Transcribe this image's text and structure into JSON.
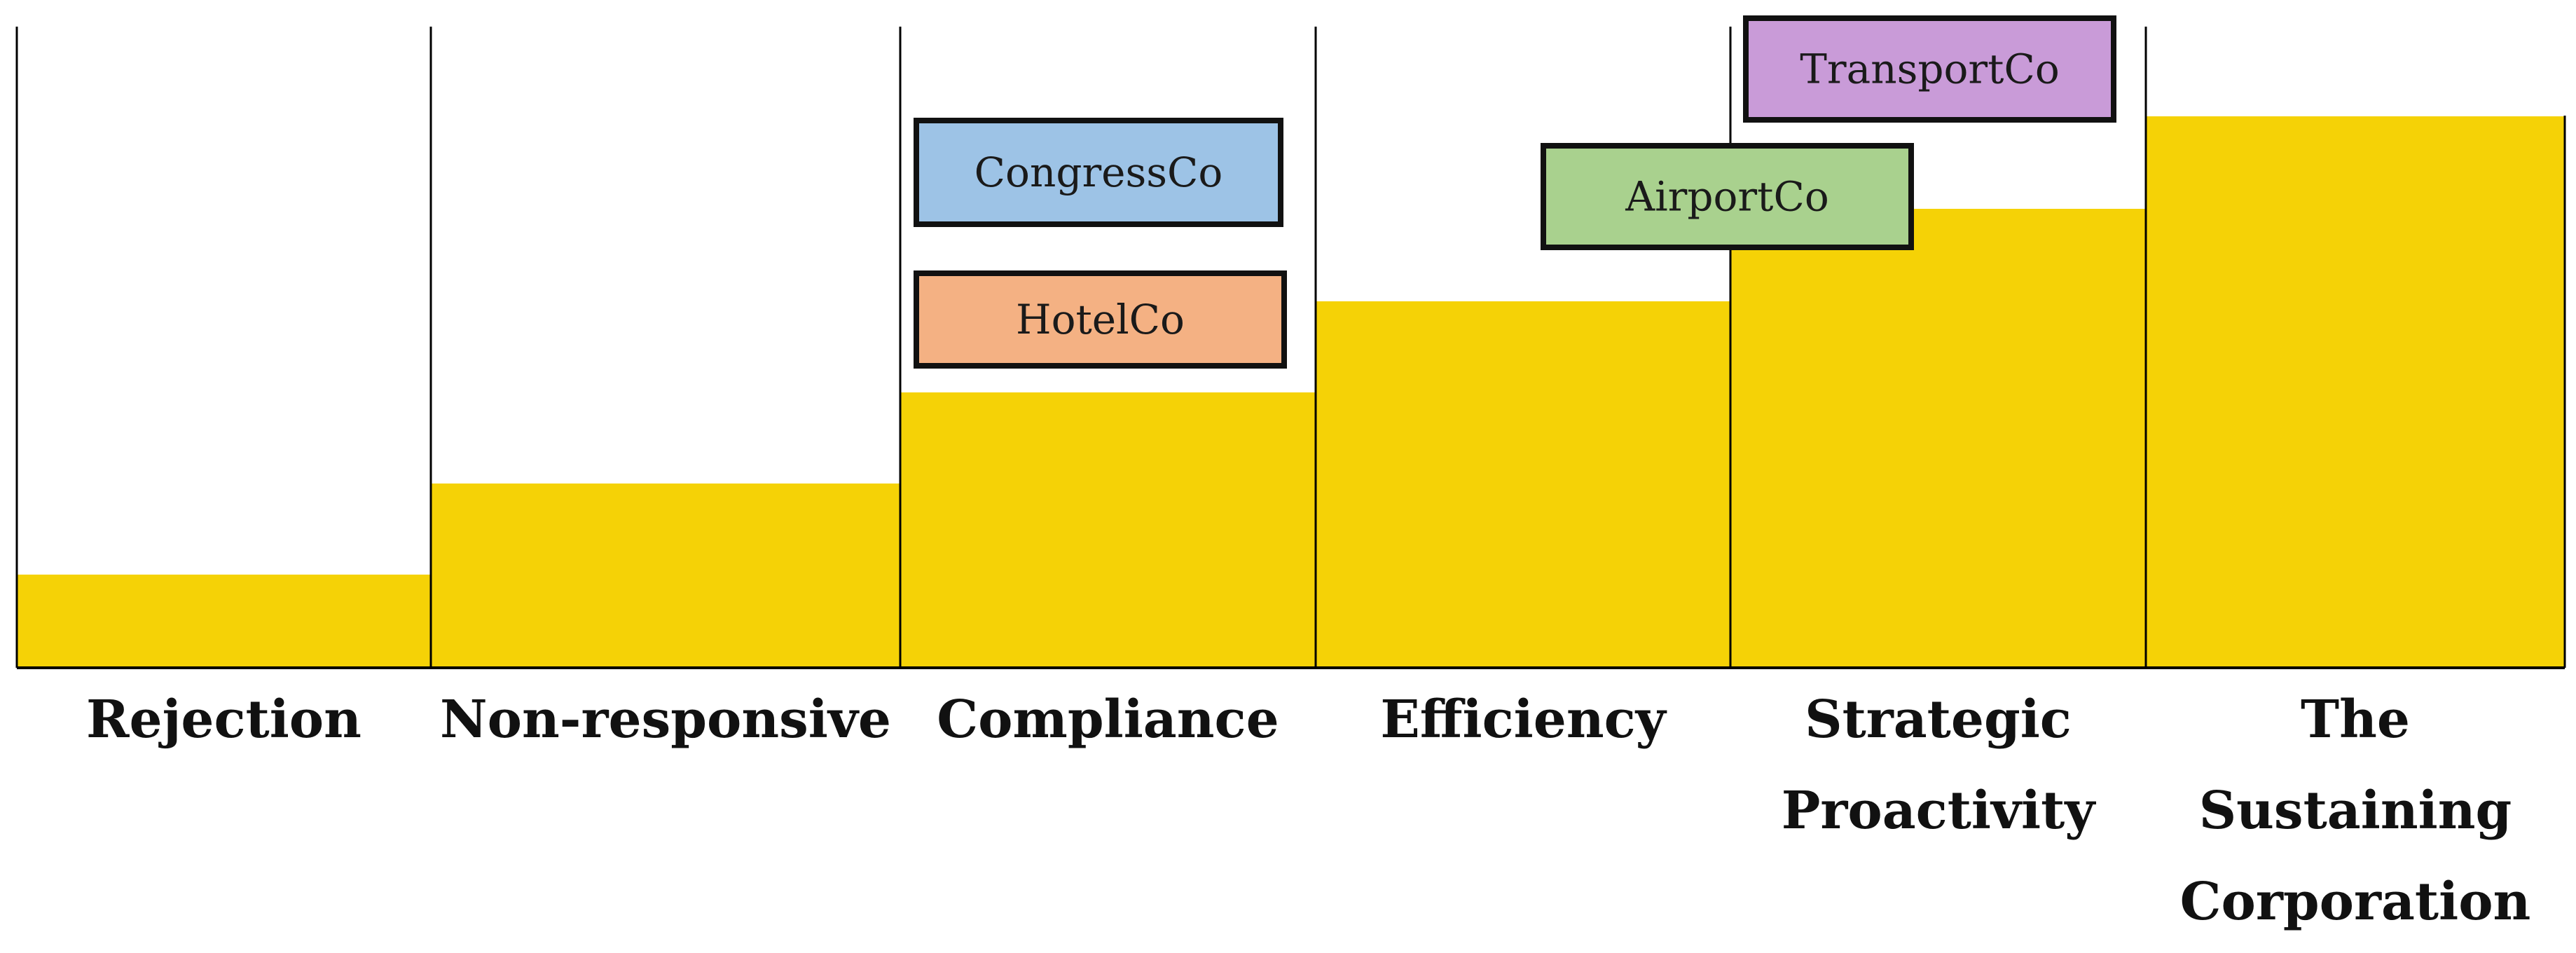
{
  "bar_color": "#F5D206",
  "phases": [
    {
      "label_lines": [
        "Rejection"
      ],
      "level": 1
    },
    {
      "label_lines": [
        "Non-responsive"
      ],
      "level": 2
    },
    {
      "label_lines": [
        "Compliance"
      ],
      "level": 3
    },
    {
      "label_lines": [
        "Efficiency"
      ],
      "level": 4
    },
    {
      "label_lines": [
        "Strategic",
        "Proactivity"
      ],
      "level": 5
    },
    {
      "label_lines": [
        "The",
        "Sustaining",
        "Corporation"
      ],
      "level": 6
    }
  ],
  "companies": [
    {
      "name": "CongressCo",
      "phase": "Compliance",
      "color": "#9DC3E6"
    },
    {
      "name": "HotelCo",
      "phase": "Compliance",
      "color": "#F4B183"
    },
    {
      "name": "AirportCo",
      "phase": "Efficiency / Strategic Proactivity",
      "color": "#A9D18E"
    },
    {
      "name": "TransportCo",
      "phase": "Strategic Proactivity",
      "color": "#C99BD8"
    }
  ]
}
